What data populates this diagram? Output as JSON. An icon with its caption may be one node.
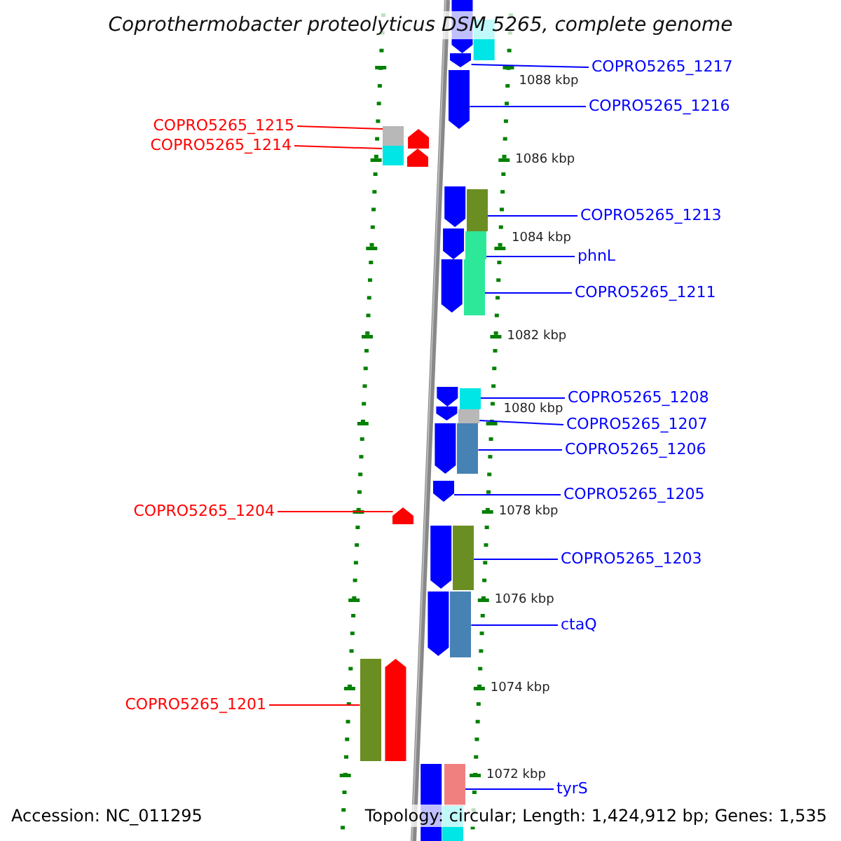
{
  "diagram": {
    "title": "Coprothermobacter proteolyticus DSM 5265, complete genome",
    "nodes": [
      {
        "text": [
          "COPRO5265_1217"
        ]
      },
      {
        "text": [],
        "shape": "arrow"
      },
      {
        "text": [
          "COPRO5265_1216"
        ]
      },
      {
        "text": [],
        "shape": "arrow"
      },
      {
        "text": [
          "COPRO5265_1215"
        ]
      },
      {
        "text": [],
        "shape": "bar"
      },
      {
        "text": [
          "COPRO5265_1214"
        ]
      },
      {
        "text": [],
        "shape": "bar"
      },
      {
        "text": [
          "COPRO5265_1213"
        ]
      },
      {
        "text": [],
        "shape": "bar"
      },
      {
        "text": [
          "phnL"
        ]
      },
      {
        "text": [],
        "shape": "bar"
      },
      {
        "text": [
          "COPRO5265_1211"
        ]
      },
      {
        "text": [],
        "shape": "bar"
      },
      {
        "text": [
          "COPRO5265_1208"
        ]
      },
      {
        "text": [],
        "shape": "bar"
      },
      {
        "text": [
          "COPRO5265_1207"
        ]
      },
      {
        "text": [],
        "shape": "bar"
      },
      {
        "text": [
          "COPRO5265_1206"
        ]
      },
      {
        "text": [],
        "shape": "bar"
      },
      {
        "text": [
          "COPRO5265_1205"
        ]
      },
      {
        "text": [],
        "shape": "arrow"
      },
      {
        "text": [
          "COPRO5265_1204"
        ]
      },
      {
        "text": [],
        "shape": "arrow"
      },
      {
        "text": [
          "COPRO5265_1203"
        ]
      },
      {
        "text": [],
        "shape": "bar"
      },
      {
        "text": [
          "ctaQ"
        ]
      },
      {
        "text": [],
        "shape": "bar"
      },
      {
        "text": [
          "COPRO5265_1201"
        ]
      },
      {
        "text": [],
        "shape": "bar"
      },
      {
        "text": [
          "tyrS"
        ]
      },
      {
        "text": [],
        "shape": "bar"
      }
    ],
    "edges": [
      {
        "from": 0,
        "to": 1,
        "arrow": "none"
      },
      {
        "from": 2,
        "to": 3,
        "arrow": "none"
      },
      {
        "from": 4,
        "to": 5,
        "arrow": "none",
        "color": "#ff0000"
      },
      {
        "from": 6,
        "to": 7,
        "arrow": "none",
        "color": "#ff0000"
      },
      {
        "from": 8,
        "to": 9,
        "arrow": "none"
      },
      {
        "from": 10,
        "to": 11,
        "arrow": "none"
      },
      {
        "from": 12,
        "to": 13,
        "arrow": "none"
      },
      {
        "from": 14,
        "to": 15,
        "arrow": "none"
      },
      {
        "from": 16,
        "to": 17,
        "arrow": "none"
      },
      {
        "from": 18,
        "to": 19,
        "arrow": "none"
      },
      {
        "from": 20,
        "to": 21,
        "arrow": "none"
      },
      {
        "from": 22,
        "to": 23,
        "arrow": "none",
        "color": "#ff0000"
      },
      {
        "from": 24,
        "to": 25,
        "arrow": "none"
      },
      {
        "from": 26,
        "to": 27,
        "arrow": "none"
      },
      {
        "from": 28,
        "to": 29,
        "arrow": "none",
        "color": "#ff0000"
      },
      {
        "from": 30,
        "to": 31,
        "arrow": "none"
      }
    ],
    "labels": [
      "1088 kbp",
      "1086 kbp",
      "1084 kbp",
      "1082 kbp",
      "1080 kbp",
      "1078 kbp",
      "1076 kbp",
      "1074 kbp",
      "1072 kbp",
      "Accession: NC_011295",
      "Topology: circular; Length: 1,424,912 bp; Genes: 1,535"
    ]
  }
}
